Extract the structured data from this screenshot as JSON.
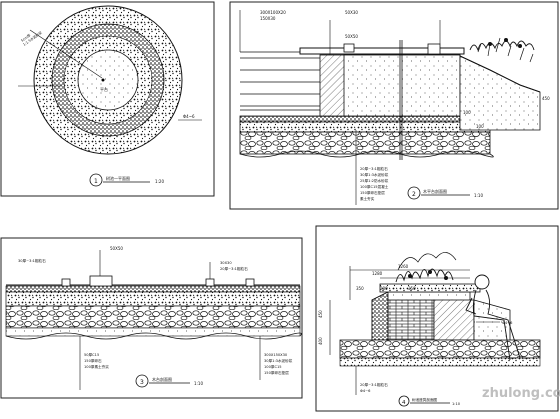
{
  "panels": [
    {
      "id": "circle-plan",
      "title": "树池一平面图",
      "scale": "1:20",
      "index": "1",
      "labels": [
        "5cm厚",
        "1:1.5水泥砂浆",
        "Φ4~6",
        "平台"
      ]
    },
    {
      "id": "section-top-right",
      "title": "木平台剖面图",
      "scale": "1:10",
      "index": "2",
      "dims_top": [
        "300X100X20",
        "150X30",
        "50X50"
      ],
      "labels": [
        "50X30",
        "100",
        "100",
        "450",
        "20厚~3:1粗粒石",
        "30厚1:3水泥砂浆",
        "25厚1:2防水砂浆",
        "100厚C15混凝土",
        "150厚碎石垫层",
        "素土夯实"
      ]
    },
    {
      "id": "section-bottom-left",
      "title": "木台剖面图",
      "scale": "1:10",
      "index": "3",
      "labels": [
        "30厚~3:1粗粒石",
        "50X50",
        "30X30",
        "20厚~3:1粗粒石",
        "50厚C15",
        "150厚碎石",
        "100厚素土夯实",
        "300X150X30",
        "30厚1:3水泥砂浆",
        "100厚C15",
        "150厚碎石垫层"
      ]
    },
    {
      "id": "section-bottom-right",
      "title": "树池座凳剖面图",
      "scale": "1:10",
      "index": "4",
      "dims": [
        "1260",
        "1280",
        "350",
        "280",
        "350",
        "450",
        "400"
      ],
      "labels": [
        "Φ4~6",
        "20厚~3:1粗粒石",
        "Φ4~6"
      ]
    }
  ],
  "watermark": "zhulong.com"
}
